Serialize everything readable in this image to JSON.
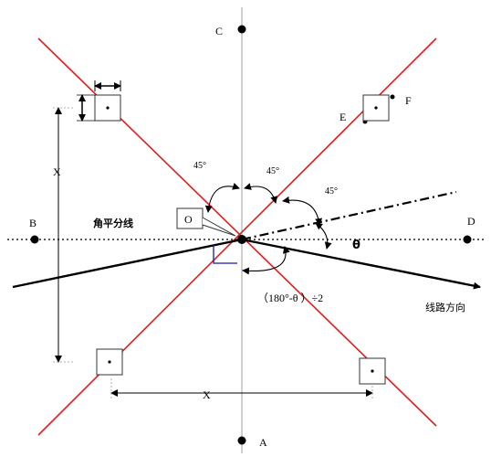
{
  "diagram": {
    "points": {
      "C": "C",
      "A": "A",
      "B": "B",
      "D": "D",
      "E": "E",
      "F": "F",
      "O": "O"
    },
    "dimension_x_vertical": "X",
    "dimension_x_horizontal": "X",
    "angle_top_left": "45°",
    "angle_top_mid": "45°",
    "angle_right": "45°",
    "theta": "θ",
    "bisector_label": "角平分线",
    "formula": "（180°-θ ）÷2",
    "route_direction": "线路方向",
    "colors": {
      "red_line": "#e02020",
      "black": "#000000",
      "dotted_axis": "#222222",
      "vertical_axis": "#888888",
      "right_angle_mark": "#1a1aa8"
    }
  }
}
